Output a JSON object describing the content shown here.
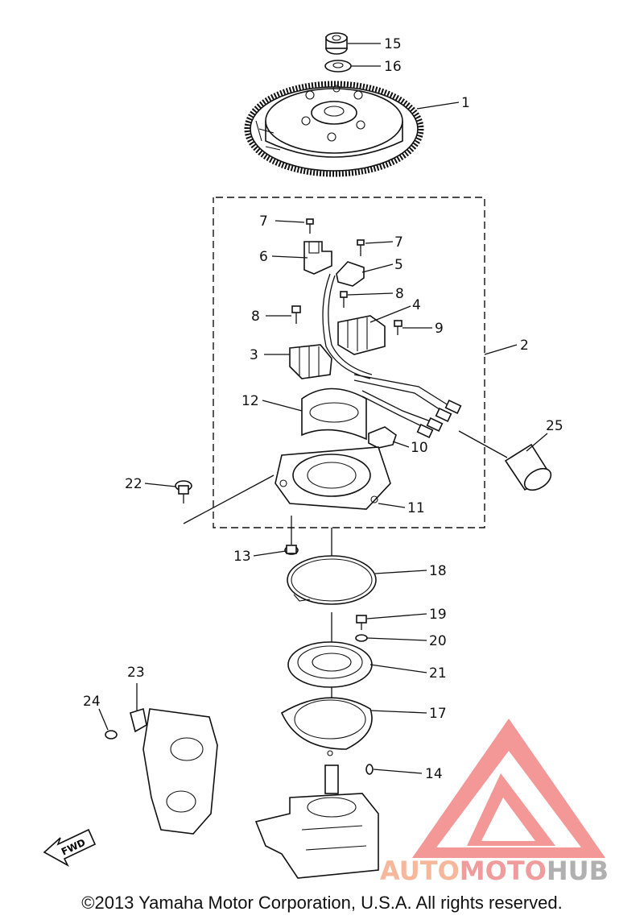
{
  "diagram": {
    "labels": [
      {
        "id": "15",
        "text": "15"
      },
      {
        "id": "16",
        "text": "16"
      },
      {
        "id": "1",
        "text": "1"
      },
      {
        "id": "7a",
        "text": "7"
      },
      {
        "id": "7b",
        "text": "7"
      },
      {
        "id": "6",
        "text": "6"
      },
      {
        "id": "5",
        "text": "5"
      },
      {
        "id": "8a",
        "text": "8"
      },
      {
        "id": "8b",
        "text": "8"
      },
      {
        "id": "4",
        "text": "4"
      },
      {
        "id": "9",
        "text": "9"
      },
      {
        "id": "3",
        "text": "3"
      },
      {
        "id": "2",
        "text": "2"
      },
      {
        "id": "12",
        "text": "12"
      },
      {
        "id": "25",
        "text": "25"
      },
      {
        "id": "10",
        "text": "10"
      },
      {
        "id": "22",
        "text": "22"
      },
      {
        "id": "11",
        "text": "11"
      },
      {
        "id": "13",
        "text": "13"
      },
      {
        "id": "18",
        "text": "18"
      },
      {
        "id": "19",
        "text": "19"
      },
      {
        "id": "20",
        "text": "20"
      },
      {
        "id": "21",
        "text": "21"
      },
      {
        "id": "23",
        "text": "23"
      },
      {
        "id": "24",
        "text": "24"
      },
      {
        "id": "17",
        "text": "17"
      },
      {
        "id": "14",
        "text": "14"
      }
    ],
    "fwd_label": "FWD",
    "copyright": "©2013 Yamaha Motor Corporation, U.S.A. All rights reserved."
  },
  "watermark": {
    "part1": "AUTO",
    "part2": "MOTO",
    "part3": "HUB",
    "colors": {
      "part1": "#f6b79b",
      "part2": "#f19c9c",
      "part3": "#b0b0b0",
      "logo": "#ef6a6a"
    }
  }
}
